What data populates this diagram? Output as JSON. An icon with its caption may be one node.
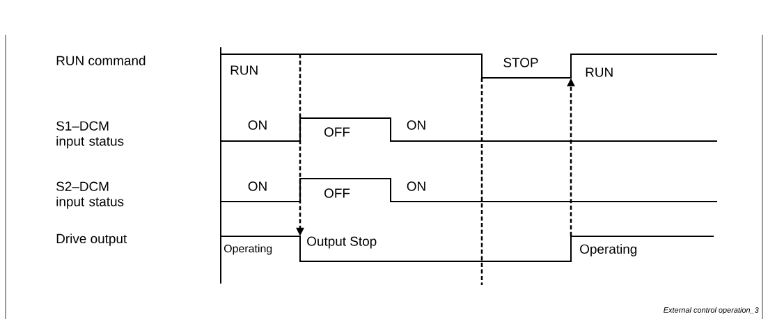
{
  "diagram": {
    "caption": "External control operation_3",
    "nodes": [
      {
        "text": [],
        "shape": "line"
      },
      {
        "text": [],
        "shape": "line"
      }
    ],
    "edges": [
      {
        "from": 0,
        "to": 1,
        "arrow": "to",
        "style": "dashed"
      },
      {
        "from": 1,
        "to": 0,
        "arrow": "to",
        "style": "dashed"
      }
    ],
    "labels": [
      "RUN command",
      "RUN",
      "STOP",
      "RUN",
      "S1–DCM input status",
      "ON",
      "OFF",
      "ON",
      "S2–DCM input status",
      "ON",
      "OFF",
      "ON",
      "Drive output",
      "Operating",
      "Output Stop",
      "Operating"
    ]
  }
}
